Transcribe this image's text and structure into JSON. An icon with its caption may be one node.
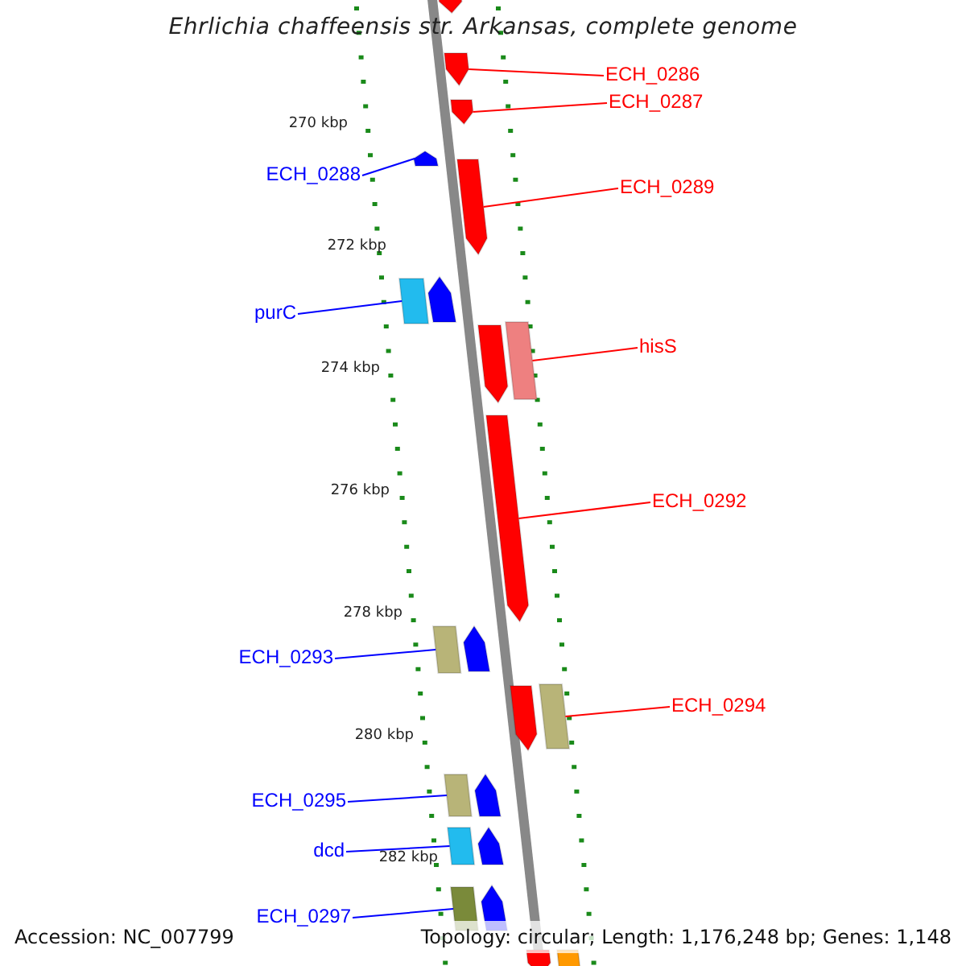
{
  "diagram": {
    "title": "Ehrlichia chaffeensis str. Arkansas, complete genome",
    "nodes": [
      {
        "text": [
          "ECH_0286"
        ]
      },
      {
        "text": [
          "ECH_0287"
        ]
      },
      {
        "text": [
          "ECH_0288"
        ]
      },
      {
        "text": [
          "ECH_0289"
        ]
      },
      {
        "text": [
          "purC"
        ]
      },
      {
        "text": [
          "hisS"
        ]
      },
      {
        "text": [
          "ECH_0292"
        ]
      },
      {
        "text": [
          "ECH_0293"
        ]
      },
      {
        "text": [
          "ECH_0294"
        ]
      },
      {
        "text": [
          "ECH_0295"
        ]
      },
      {
        "text": [
          "dcd"
        ]
      },
      {
        "text": [
          "ECH_0297"
        ]
      },
      {
        "text": [],
        "shape": "arrow"
      },
      {
        "text": [],
        "shape": "arrow"
      },
      {
        "text": [],
        "shape": "arrow"
      },
      {
        "text": [],
        "shape": "arrow"
      },
      {
        "text": [],
        "shape": "arrow"
      },
      {
        "text": [],
        "shape": "box"
      },
      {
        "text": [],
        "shape": "arrow"
      },
      {
        "text": [],
        "shape": "arrow"
      },
      {
        "text": [],
        "shape": "box"
      },
      {
        "text": [],
        "shape": "arrow"
      },
      {
        "text": [],
        "shape": "box"
      },
      {
        "text": [],
        "shape": "arrow"
      },
      {
        "text": [],
        "shape": "arrow"
      },
      {
        "text": [],
        "shape": "box"
      },
      {
        "text": [],
        "shape": "box"
      },
      {
        "text": [],
        "shape": "arrow"
      },
      {
        "text": [],
        "shape": "box"
      },
      {
        "text": [],
        "shape": "arrow"
      },
      {
        "text": [],
        "shape": "box"
      },
      {
        "text": [],
        "shape": "arrow"
      },
      {
        "text": [],
        "shape": "arrow"
      },
      {
        "text": [],
        "shape": "box"
      }
    ],
    "edges": [
      {
        "from": 0,
        "to": 13,
        "arrow": "none",
        "color": "#ff0000"
      },
      {
        "from": 1,
        "to": 14,
        "arrow": "none",
        "color": "#ff0000"
      },
      {
        "from": 2,
        "to": 15,
        "arrow": "none",
        "color": "#0000ff"
      },
      {
        "from": 3,
        "to": 16,
        "arrow": "none",
        "color": "#ff0000"
      },
      {
        "from": 4,
        "to": 17,
        "arrow": "none",
        "color": "#0000ff"
      },
      {
        "from": 5,
        "to": 20,
        "arrow": "none",
        "color": "#ff0000"
      },
      {
        "from": 6,
        "to": 21,
        "arrow": "none",
        "color": "#ff0000"
      },
      {
        "from": 7,
        "to": 22,
        "arrow": "none",
        "color": "#0000ff"
      },
      {
        "from": 8,
        "to": 25,
        "arrow": "none",
        "color": "#ff0000"
      },
      {
        "from": 9,
        "to": 26,
        "arrow": "none",
        "color": "#0000ff"
      },
      {
        "from": 10,
        "to": 28,
        "arrow": "none",
        "color": "#0000ff"
      },
      {
        "from": 11,
        "to": 30,
        "arrow": "none",
        "color": "#0000ff"
      }
    ],
    "labels": [
      "270 kbp",
      "272 kbp",
      "274 kbp",
      "276 kbp",
      "278 kbp",
      "280 kbp",
      "282 kbp",
      "Accession: NC_007799",
      "Topology: circular; Length: 1,176,248 bp; Genes: 1,148"
    ]
  }
}
